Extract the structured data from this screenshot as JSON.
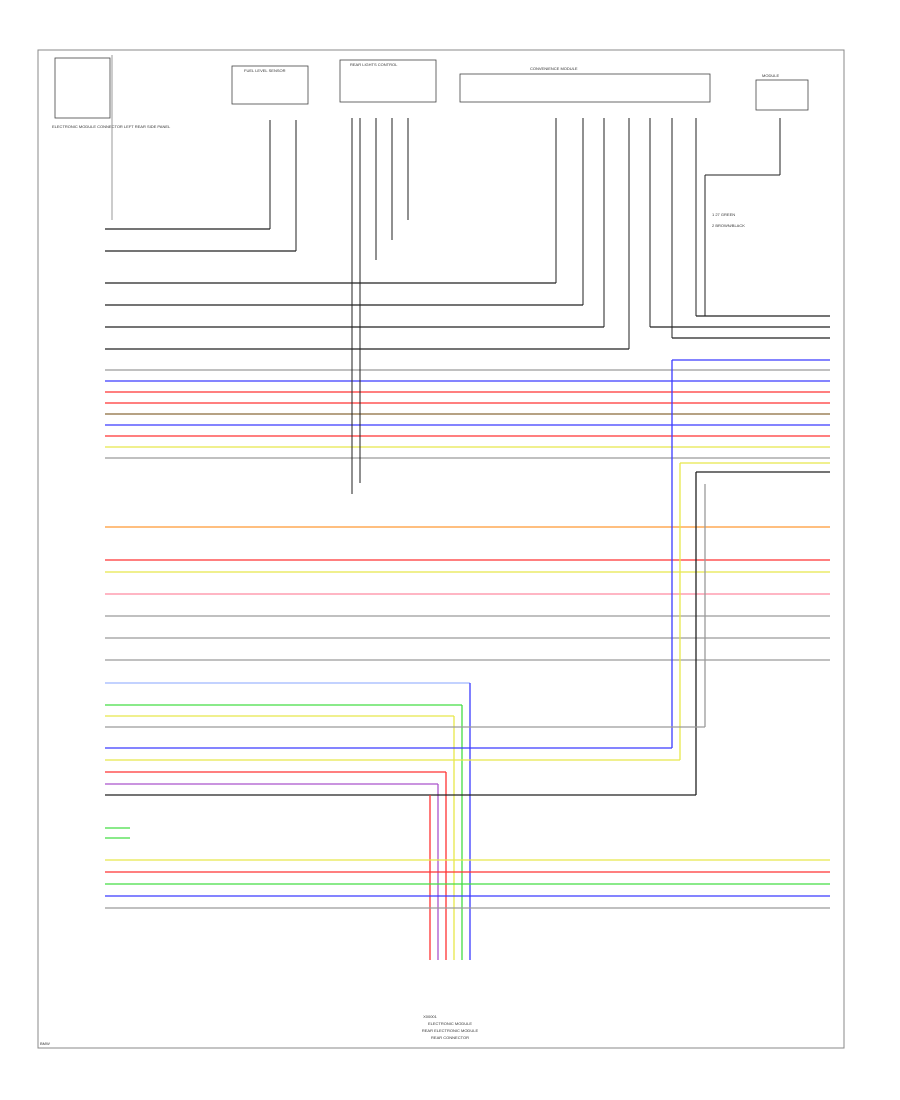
{
  "diagram": {
    "left_module_caption": "ELECTRONIC MODULE CONNECTOR LEFT REAR SIDE PANEL",
    "footer_code": "BMW",
    "connector_legend": {
      "item1": "1  27 GREEN",
      "item2": "2  BROWN/BLACK"
    },
    "bottom_caption": {
      "line1": "X00001",
      "line2": "ELECTRONIC MODULE",
      "line3": "REAR ELECTRONIC MODULE",
      "line4": "REAR CONNECTOR"
    },
    "top_components": [
      {
        "name": "FUEL LEVEL SENSOR"
      },
      {
        "name": "REAR LIGHTS CONTROL"
      },
      {
        "name": "CONVENIENCE MODULE"
      },
      {
        "name": "MODULE"
      }
    ]
  },
  "wire_colors": {
    "black": "#222222",
    "gray": "#9a9a9a",
    "blue": "#3b3bff",
    "red": "#ff3333",
    "pink": "#ff8aa0",
    "yellow": "#e8e84a",
    "orange": "#ff9933",
    "green": "#44dd44",
    "brown": "#8b6a3a",
    "violet": "#aa55cc",
    "lightblue": "#9fb8ff"
  }
}
